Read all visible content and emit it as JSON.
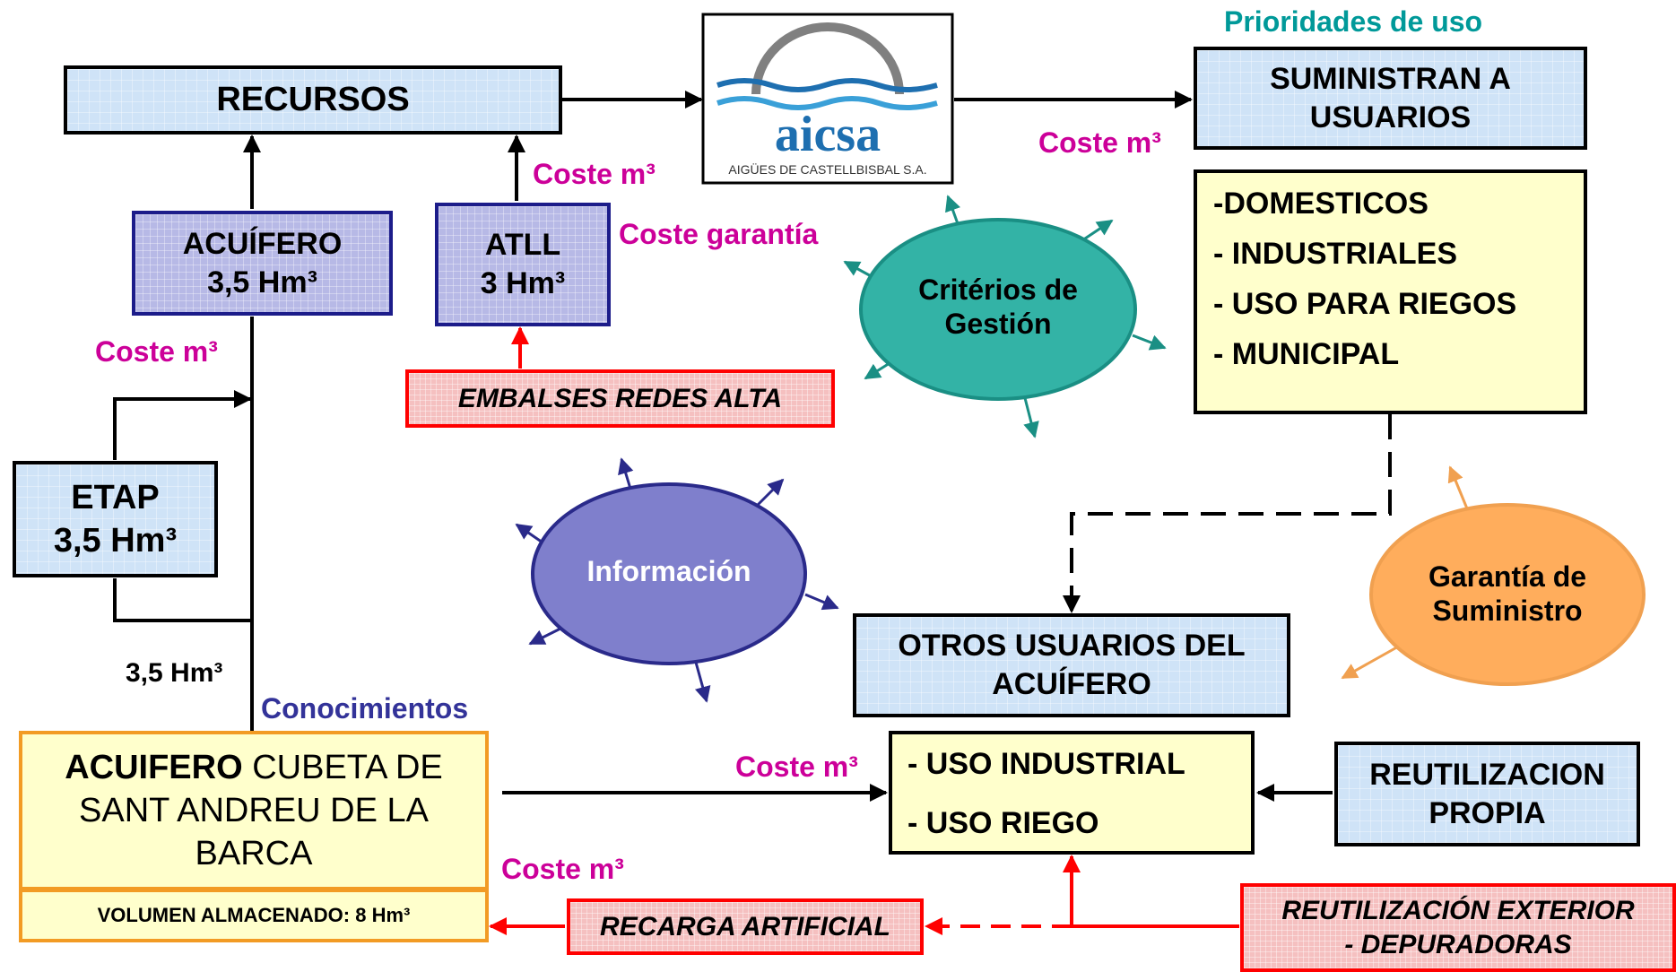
{
  "diagram": {
    "recursos": "RECURSOS",
    "aicsa_logo": {
      "name": "aicsa",
      "subtitle": "AIGÜES DE CASTELLBISBAL S.A."
    },
    "prioridades": "Prioridades de uso",
    "suministran": [
      "SUMINISTRAN A",
      "USUARIOS"
    ],
    "acuifero_top": [
      "ACUÍFERO",
      "3,5 Hm³"
    ],
    "atll": [
      "ATLL",
      "3 Hm³"
    ],
    "etap": [
      "ETAP",
      "3,5 Hm³"
    ],
    "embalses": "EMBALSES REDES ALTA",
    "usos": [
      "-DOMESTICOS",
      "- INDUSTRIALES",
      "- USO PARA RIEGOS",
      "- MUNICIPAL"
    ],
    "criterios": [
      "Critérios de",
      "Gestión"
    ],
    "informacion": "Información",
    "garantia": [
      "Garantía de",
      "Suministro"
    ],
    "otros_usuarios": [
      "OTROS USUARIOS DEL",
      "ACUÍFERO"
    ],
    "uso_industrial_riego": [
      "- USO INDUSTRIAL",
      "- USO RIEGO"
    ],
    "reutilizacion_propia": [
      "REUTILIZACION",
      "PROPIA"
    ],
    "acuifero_main": {
      "bold": "ACUIFERO",
      "rest1": " CUBETA DE",
      "line2": "SANT ANDREU DE LA",
      "line3": "BARCA"
    },
    "volumen": "VOLUMEN ALMACENADO: 8 Hm³",
    "recarga": "RECARGA ARTIFICIAL",
    "reutilizacion_exterior": [
      "REUTILIZACIÓN EXTERIOR",
      "- DEPURADORAS"
    ],
    "coste_m3": "Coste m³",
    "coste_garantia": "Coste garantía",
    "hm_35": "3,5 Hm³",
    "conocimientos": "Conocimientos"
  },
  "colors": {
    "label_pink": "#cc0099",
    "label_teal": "#009999",
    "label_navy": "#333399",
    "arrow_red": "#ff0000",
    "ellipse_teal": "#33b3a6",
    "ellipse_purple": "#7f7fcc",
    "ellipse_orange": "#ffad5c"
  }
}
